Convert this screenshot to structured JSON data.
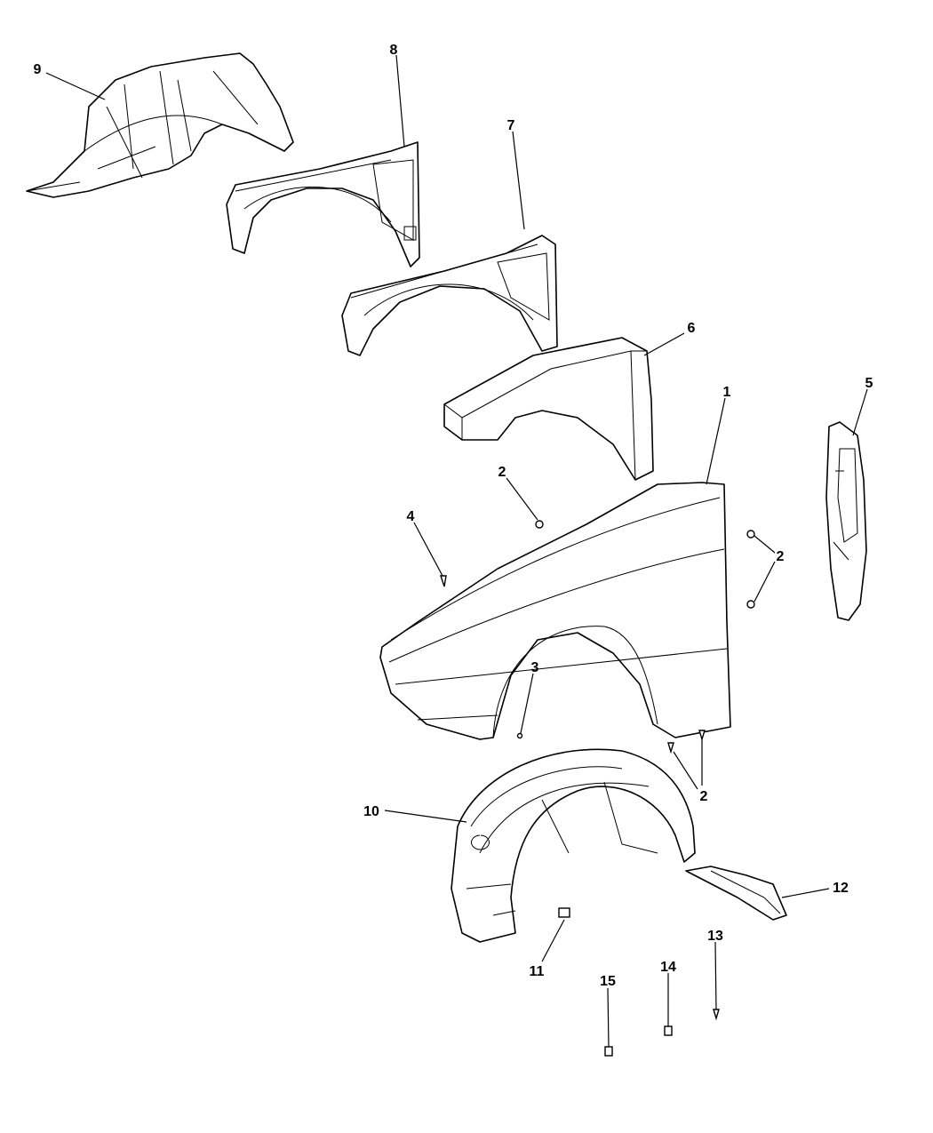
{
  "diagram": {
    "title": "Front Fender Parts Diagram",
    "callouts": [
      "9",
      "8",
      "7",
      "6",
      "1",
      "5",
      "2",
      "4",
      "2",
      "3",
      "2",
      "10",
      "12",
      "11",
      "13",
      "14",
      "15"
    ]
  }
}
